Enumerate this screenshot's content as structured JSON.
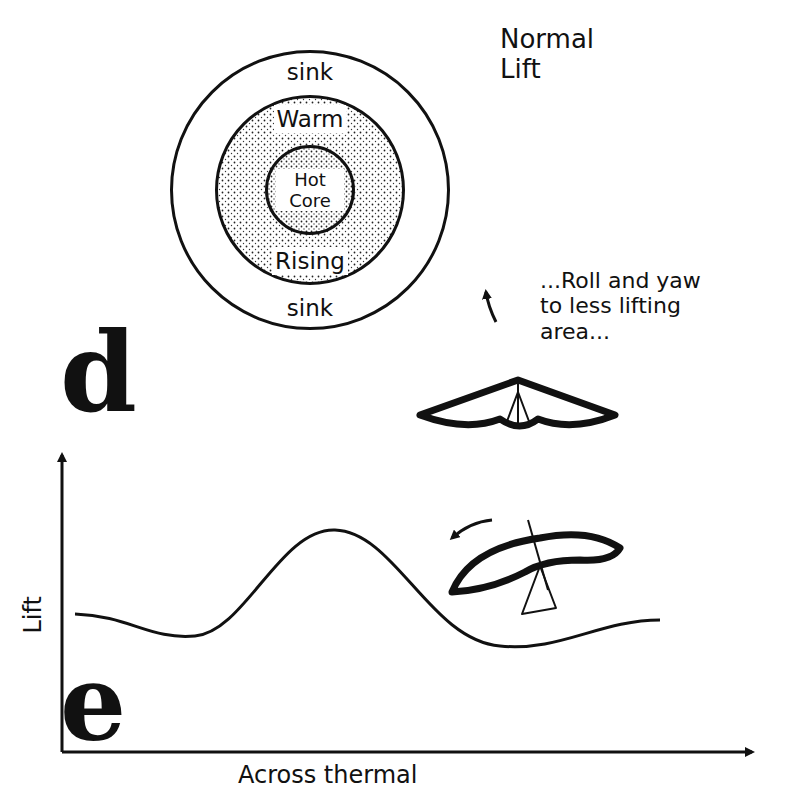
{
  "diagram": {
    "nodes": [
      {
        "text": [
          "sink",
          "sink"
        ]
      },
      {
        "text": [
          "Warm",
          "Rising"
        ],
        "in": 0
      },
      {
        "text": [
          "Hot Core"
        ],
        "in": 1
      }
    ],
    "labels": [
      "Normal Lift",
      "...Roll and yaw to less lifting area...",
      "d",
      "Lift",
      "e",
      "Across thermal"
    ]
  }
}
